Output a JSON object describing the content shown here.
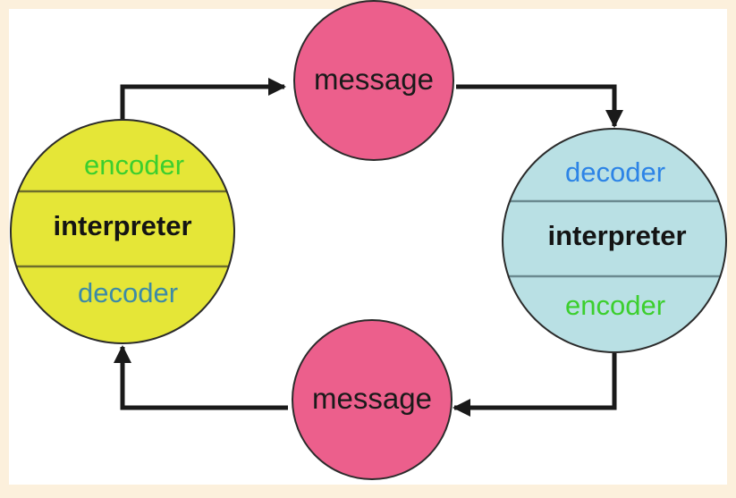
{
  "colors": {
    "page_background": "#fcf0dc",
    "canvas_background": "#ffffff",
    "message_fill": "#ec5f8c",
    "sender_fill": "#e5e637",
    "receiver_fill": "#b9e0e4",
    "outline": "#2b2b2b",
    "arrow": "#1a1a1a",
    "encoder_green": "#3ccf2e",
    "decoder_blue": "#2d84e6",
    "decoder_teal": "#3d8aa6",
    "interpreter_text": "#141414"
  },
  "top_message": {
    "label": "message"
  },
  "bottom_message": {
    "label": "message"
  },
  "sender": {
    "top": "encoder",
    "middle": "interpreter",
    "bottom": "decoder"
  },
  "receiver": {
    "top": "decoder",
    "middle": "interpreter",
    "bottom": "encoder"
  }
}
